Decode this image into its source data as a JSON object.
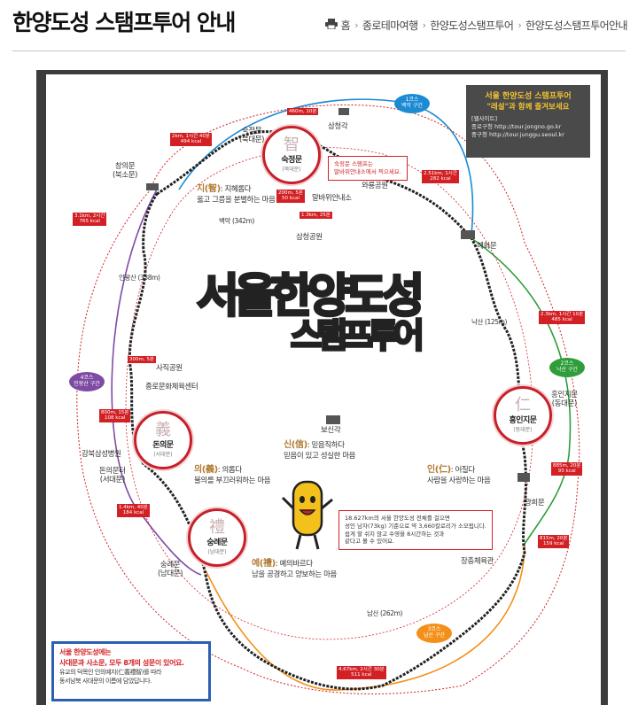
{
  "page": {
    "title": "한양도성 스탬프투어 안내"
  },
  "breadcrumb": {
    "home": "홈",
    "items": [
      "종로테마여행",
      "한양도성스탬프투어",
      "한양도성스탬프투어안내"
    ]
  },
  "map": {
    "title_line1": "서울한양도성",
    "title_line2": "스탬프투어",
    "info_box": {
      "line1": "서울 한양도성 스탬프투어",
      "line2": "\"레설\"과 함께 즐겨보세요",
      "sites_label": "[웹사이트]",
      "site1": "종로구청  http://tour.jongno.go.kr",
      "site2": "중구청  http://tour.junggu.seoul.kr"
    },
    "gates": [
      {
        "hanja": "智",
        "name": "숙정문",
        "sub": "(북대문)"
      },
      {
        "hanja": "義",
        "name": "돈의문",
        "sub": "(서대문)"
      },
      {
        "hanja": "禮",
        "name": "숭례문",
        "sub": "(남대문)"
      },
      {
        "hanja": "仁",
        "name": "흥인지문",
        "sub": "(동대문)"
      }
    ],
    "virtues": {
      "ji": {
        "head": "지(智)",
        "text": ": 지혜롭다",
        "line2": "옳고 그름을 분별하는 마음"
      },
      "ui": {
        "head": "의(義)",
        "text": ": 의롭다",
        "line2": "불의를 부끄러워하는 마음"
      },
      "ye": {
        "head": "예(禮)",
        "text": ": 예의바르다",
        "line2": "남을 공경하고 양보하는 마음"
      },
      "in": {
        "head": "인(仁)",
        "text": ": 어질다",
        "line2": "사람을 사랑하는 마음"
      },
      "sin": {
        "head": "신(信)",
        "text": ": 믿음직하다",
        "line2": "믿음이 있고 성실한 마음"
      }
    },
    "places": {
      "changuimun": "창의문\n(북소문)",
      "sukjeongmun_top": "숙정문\n(북대문)",
      "samcheonggak": "삼청각",
      "waryong": "와룡공원",
      "malbawi": "말바위안내소",
      "samcheong_park": "삼청공원",
      "bugaksan": "백악 (342m)",
      "hyehwamun": "혜화문",
      "inwangsan": "인왕산 (338m)",
      "naksan": "낙산 (125m)",
      "sajik": "사직공원",
      "jongno_gym": "종로문화체육센터",
      "gangbuk": "강북삼성병원",
      "donuimunteo": "돈의문터\n(서대문)",
      "bosingak": "보신각",
      "heunginjimun_label": "흥인지문\n(동대문)",
      "gwanghuimun": "광희문",
      "jangchung": "장충체육관",
      "sungnyemun_label": "숭례문\n(남대문)",
      "namsan": "남산 (262m)"
    },
    "course_tags": [
      "2km, 1시간 40분\n494 kcal",
      "460m, 10분",
      "200m, 5분\n50 kcal",
      "1.3km, 25분",
      "2.51km, 1시간\n282 kcal",
      "3.1km, 2시간\n765 kcal",
      "300m, 5분",
      "800m, 15분\n108 kcal",
      "1.4km, 40분\n184 kcal",
      "2.3km, 1시간 10분\n485 kcal",
      "885m, 20분\n93 kcal",
      "815m, 20분\n159 kcal",
      "4.67km, 2시간 30분\n511 kcal"
    ],
    "course_pills": [
      {
        "text": "1코스\n백악 구간",
        "color": "#1c8bd4"
      },
      {
        "text": "2코스\n낙산 구간",
        "color": "#2e9d3a"
      },
      {
        "text": "3코스\n남산 구간",
        "color": "#f39019"
      },
      {
        "text": "4코스\n인왕산 구간",
        "color": "#7e4aa3"
      }
    ],
    "stamp_note": "숙정문 스탬프는\n말바위안내소에서 찍으세요.",
    "character_note": "18.627km의 서울 한양도성 전체를 걸으면\n성인 남자(73kg) 기준으로 약 3,660칼로리가 소모됩니다.\n쉽게 할 쉬지 않고 수영을 8시간하는 것과\n같다고 볼 수 있어요.",
    "bottom_box": {
      "line1": "서울 한양도성에는",
      "line2": "사대문과 사소문, 모두 8개의 성문이 있어요.",
      "line3": "유교의 덕목인 인의예지(仁義禮智)를 따라\n동서남북 사대문의 이름에 담았답니다."
    },
    "colors": {
      "course1": "#1c8bd4",
      "course2": "#2e9d3a",
      "course3": "#f39019",
      "course4": "#7e4aa3",
      "accent_red": "#d32025",
      "frame": "#3c3c3c"
    }
  }
}
